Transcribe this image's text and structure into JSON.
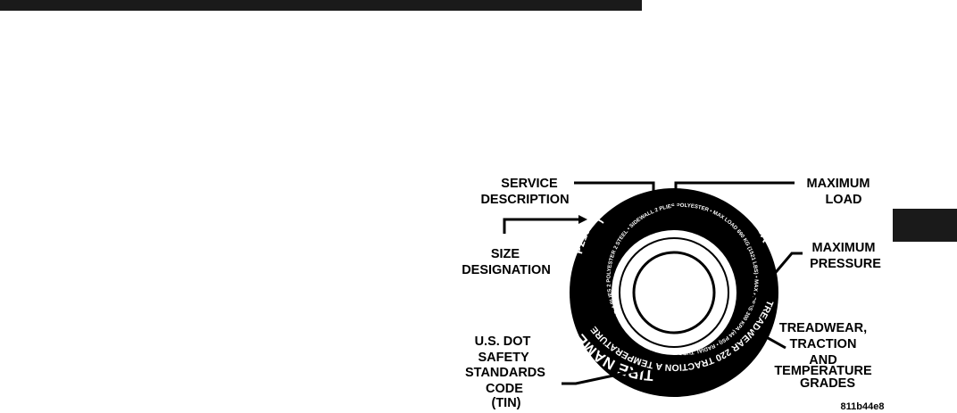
{
  "labels": {
    "service_description": [
      "SERVICE",
      "DESCRIPTION"
    ],
    "maximum_load": [
      "MAXIMUM",
      "LOAD"
    ],
    "size_designation": [
      "SIZE",
      "DESIGNATION"
    ],
    "maximum_pressure": [
      "MAXIMUM",
      "PRESSURE"
    ],
    "treadwear_grades": [
      "TREADWEAR,",
      "TRACTION",
      "AND",
      "TEMPERATURE",
      "GRADES"
    ],
    "dot_code": [
      "U.S. DOT",
      "SAFETY",
      "STANDARDS",
      "CODE",
      "(TIN)"
    ]
  },
  "tire_text": {
    "tire_name": "TIRE NAME",
    "size": "P215/65R15 95H",
    "manufacturer": "MANUFACTURER",
    "treadwear": "TREADWEAR 220 TRACTION A TEMPERATURE A",
    "inner_ring": "DOT MA L9 ABCD 0307 • TREAD 4 PLIES 2 POLYESTER 2 STEEL • SIDEWALL 2 PLIES POLYESTER • MAX LOAD 690 KG (1521 LBS) • MAX PRESS 300 KPA (44 PSI) • RADIAL TUBELESS"
  },
  "figure_code": "811b44e8"
}
